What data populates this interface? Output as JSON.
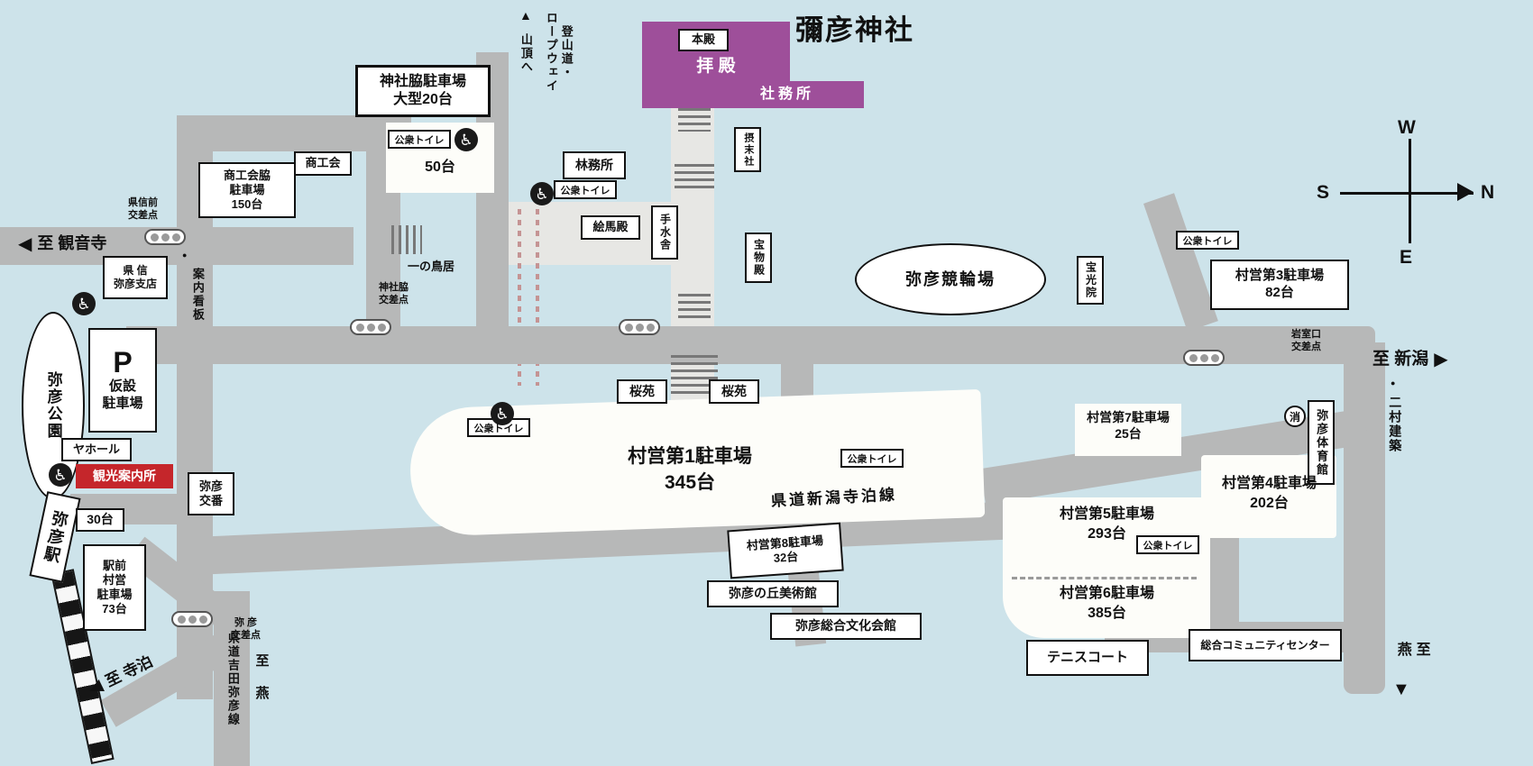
{
  "colors": {
    "background": "#cde3ea",
    "road": "#b7b8b8",
    "approach_path": "#e7e7e4",
    "shrine_purple": "#9e4f9a",
    "info_red": "#c5262b"
  },
  "icons": {
    "wheelchair": "♿",
    "arrow_left": "◀",
    "arrow_right": "▶",
    "arrow_down": "▼",
    "arrow_up": "▲",
    "fire": "消",
    "dot": "●"
  },
  "shrine": {
    "title": "彌彦神社",
    "honden": "本殿",
    "haiden": "拝 殿",
    "shamusho": "社務所"
  },
  "ropeway": {
    "route": "登山道・\nロープウェイ",
    "summit": "山頂へ"
  },
  "parkings": {
    "jinja_waki": "神社脇駐車場\n大型20台",
    "jinja_waki_capacity": "50台",
    "shokokai_waki": "商工会脇\n駐車場\n150台",
    "dai1": "村営第1駐車場\n345台",
    "dai3": "村営第3駐車場\n82台",
    "dai4": "村営第4駐車場\n202台",
    "dai5": "村営第5駐車場\n293台",
    "dai6": "村営第6駐車場\n385台",
    "dai7": "村営第7駐車場\n25台",
    "dai8": "村営第8駐車場\n32台",
    "kasetsu_p": "P",
    "kasetsu": "仮設\n駐車場",
    "ekimae": "駅前\n村営\n駐車場\n73台",
    "ekimae_capacity": "30台"
  },
  "facilities": {
    "toilet": "公衆トイレ",
    "shokokai": "商工会",
    "rinmusho": "林務所",
    "emaden": "絵馬殿",
    "temizuya": "手水舎",
    "setsumatsusha": "摂末社",
    "homotsuden": "宝物殿",
    "hokoin": "宝光院",
    "keirinjo": "弥彦競輪場",
    "taiikukan": "弥彦体育館",
    "nimura": "二村建築",
    "museum": "弥彦の丘美術館",
    "bunka_kaikan": "弥彦総合文化会館",
    "tennis": "テニスコート",
    "community": "総合コミュニティセンター",
    "yahall": "ヤホール",
    "kanko_annai": "観光案内所",
    "koban": "弥彦\n交番",
    "station": "弥彦駅",
    "koen": "弥彦公園",
    "kenshin_branch": "県 信\n弥彦支店",
    "ichinotorii": "一の鳥居",
    "annai_kanban": "案内看板",
    "sakuraen": "桜苑"
  },
  "intersections": {
    "kenshinmae": "県信前\n交差点",
    "jinjawaki": "神社脇\n交差点",
    "iwamuroguchi": "岩室口\n交差点",
    "yahiko": "弥 彦\n交差点"
  },
  "roads": {
    "kendo_niigata_teradomari": "県道新潟寺泊線",
    "kendo_yoshida_yahiko": "県道吉田弥彦線"
  },
  "directions": {
    "kannonji": "至 観音寺",
    "niigata": "至 新潟",
    "teradomari": "至 寺泊",
    "tsubame": "至 燕"
  },
  "compass": {
    "n": "N",
    "s": "S",
    "e": "E",
    "w": "W"
  }
}
